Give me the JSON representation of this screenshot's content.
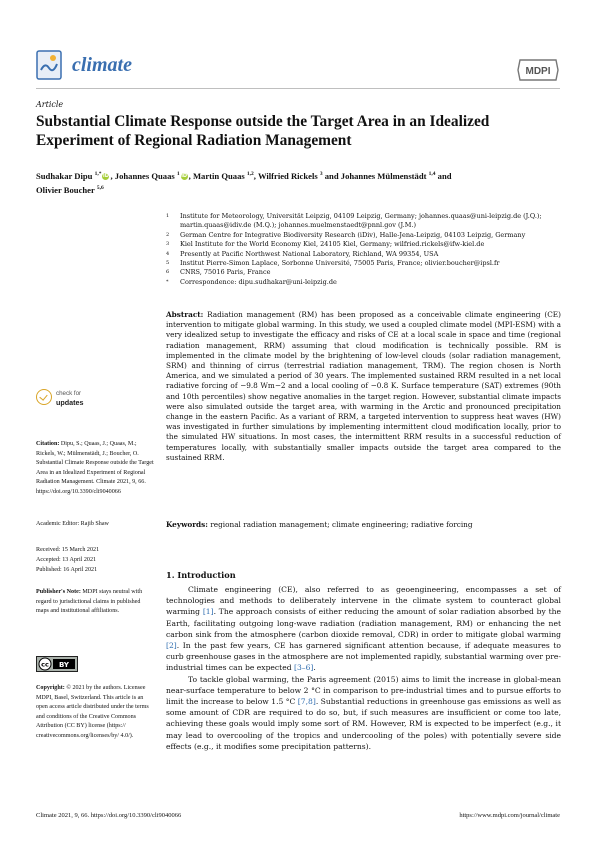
{
  "header": {
    "journal_name": "climate",
    "publisher_logo_text": "MDPI"
  },
  "article_type": "Article",
  "title": "Substantial Climate Response outside the Target Area in an Idealized Experiment of Regional Radiation Management",
  "authors": [
    {
      "name": "Sudhakar Dipu",
      "sup": "1,*",
      "orcid": true,
      "sep": ", "
    },
    {
      "name": "Johannes Quaas",
      "sup": "1",
      "orcid": true,
      "sep": ", "
    },
    {
      "name": "Martin Quaas",
      "sup": "1,2",
      "orcid": false,
      "sep": ", "
    },
    {
      "name": "Wilfried Rickels",
      "sup": "3",
      "orcid": false,
      "sep": " and "
    },
    {
      "name": "Johannes Mülmenstädt",
      "sup": "1,4",
      "orcid": false,
      "sep": " and "
    },
    {
      "name": "Olivier Boucher",
      "sup": "5,6",
      "orcid": false,
      "sep": ""
    }
  ],
  "affiliations": [
    {
      "num": "1",
      "text": "Institute for Meteorology, Universität Leipzig, 04109 Leipzig, Germany; johannes.quaas@uni-leipzig.de (J.Q.); martin.quaas@idiv.de (M.Q.); johannes.muelmenstaedt@pnnl.gov (J.M.)"
    },
    {
      "num": "2",
      "text": "German Centre for Integrative Biodiversity Research (iDiv), Halle-Jena-Leipzig, 04103 Leipzig, Germany"
    },
    {
      "num": "3",
      "text": "Kiel Institute for the World Economy Kiel, 24105 Kiel, Germany; wilfried.rickels@ifw-kiel.de"
    },
    {
      "num": "4",
      "text": "Presently at Pacific Northwest National Laboratory, Richland, WA 99354, USA"
    },
    {
      "num": "5",
      "text": "Institut Pierre-Simon Laplace, Sorbonne Université, 75005 Paris, France; olivier.boucher@ipsl.fr"
    },
    {
      "num": "6",
      "text": "CNRS, 75016 Paris, France"
    },
    {
      "num": "*",
      "text": "Correspondence: dipu.sudhakar@uni-leipzig.de"
    }
  ],
  "abstract": {
    "label": "Abstract:",
    "text": "Radiation management (RM) has been proposed as a conceivable climate engineering (CE) intervention to mitigate global warming. In this study, we used a coupled climate model (MPI-ESM) with a very idealized setup to investigate the efficacy and risks of CE at a local scale in space and time (regional radiation management, RRM) assuming that cloud modification is technically possible. RM is implemented in the climate model by the brightening of low-level clouds (solar radiation management, SRM) and thinning of cirrus (terrestrial radiation management, TRM). The region chosen is North America, and we simulated a period of 30 years. The implemented sustained RRM resulted in a net local radiative forcing of −9.8 Wm−2 and a local cooling of −0.8 K. Surface temperature (SAT) extremes (90th and 10th percentiles) show negative anomalies in the target region. However, substantial climate impacts were also simulated outside the target area, with warming in the Arctic and pronounced precipitation change in the eastern Pacific. As a variant of RRM, a targeted intervention to suppress heat waves (HW) was investigated in further simulations by implementing intermittent cloud modification locally, prior to the simulated HW situations. In most cases, the intermittent RRM results in a successful reduction of temperatures locally, with substantially smaller impacts outside the target area compared to the sustained RRM."
  },
  "keywords": {
    "label": "Keywords:",
    "text": "regional radiation management; climate engineering; radiative forcing"
  },
  "section": {
    "heading": "1. Introduction",
    "p1_parts": [
      "Climate engineering (CE), also referred to as geoengineering, encompasses a set of technologies and methods to deliberately intervene in the climate system to counteract global warming ",
      "[1]",
      ". The approach consists of either reducing the amount of solar radiation absorbed by the Earth, facilitating outgoing long-wave radiation (radiation management, RM) or enhancing the net carbon sink from the atmosphere (carbon dioxide removal, CDR) in order to mitigate global warming ",
      "[2]",
      ". In the past few years, CE has garnered significant attention because, if adequate measures to curb greenhouse gases in the atmosphere are not implemented rapidly, substantial warming over pre-industrial times can be expected ",
      "[3–6]",
      "."
    ],
    "p2_parts": [
      "To tackle global warming, the Paris agreement (2015) aims to limit the increase in global-mean near-surface temperature to below 2 °C in comparison to pre-industrial times and to pursue efforts to limit the increase to below 1.5 °C ",
      "[7,8]",
      ". Substantial reductions in greenhouse gas emissions as well as some amount of CDR are required to do so, but, if such measures are insufficient or come too late, achieving these goals would imply some sort of RM. However, RM is expected to be imperfect (e.g., it may lead to overcooling of the tropics and undercooling of the poles) with potentially severe side effects (e.g., it modifies some precipitation patterns)."
    ]
  },
  "sidebar": {
    "check_updates_line1": "check for",
    "check_updates_line2": "updates",
    "citation_label": "Citation:",
    "citation_text": "Dipu, S.; Quaas, J.; Quaas, M.; Rickels, W.; Mülmenstädt, J.; Boucher, O. Substantial Climate Response outside the Target Area in an Idealized Experiment of Regional Radiation Management. Climate 2021, 9, 66. https://doi.org/10.3390/cli9040066",
    "editor": "Academic Editor: Rajib Shaw",
    "received": "Received: 15 March 2021",
    "accepted": "Accepted: 13 April 2021",
    "published": "Published: 16 April 2021",
    "publisher_note_label": "Publisher's Note:",
    "publisher_note_text": "MDPI stays neutral with regard to jurisdictional claims in published maps and institutional affiliations.",
    "cc_logo_text": "cc",
    "cc_by_text": "BY",
    "copyright_label": "Copyright:",
    "copyright_text": "© 2021 by the authors. Licensee MDPI, Basel, Switzerland. This article is an open access article distributed under the terms and conditions of the Creative Commons Attribution (CC BY) license (https:// creativecommons.org/licenses/by/ 4.0/)."
  },
  "footer": {
    "left": "Climate 2021, 9, 66. https://doi.org/10.3390/cli9040066",
    "right": "https://www.mdpi.com/journal/climate"
  },
  "colors": {
    "journal_blue": "#3a6fb0",
    "citation_blue": "#2f6db0",
    "orcid_green": "#a6ce39"
  }
}
